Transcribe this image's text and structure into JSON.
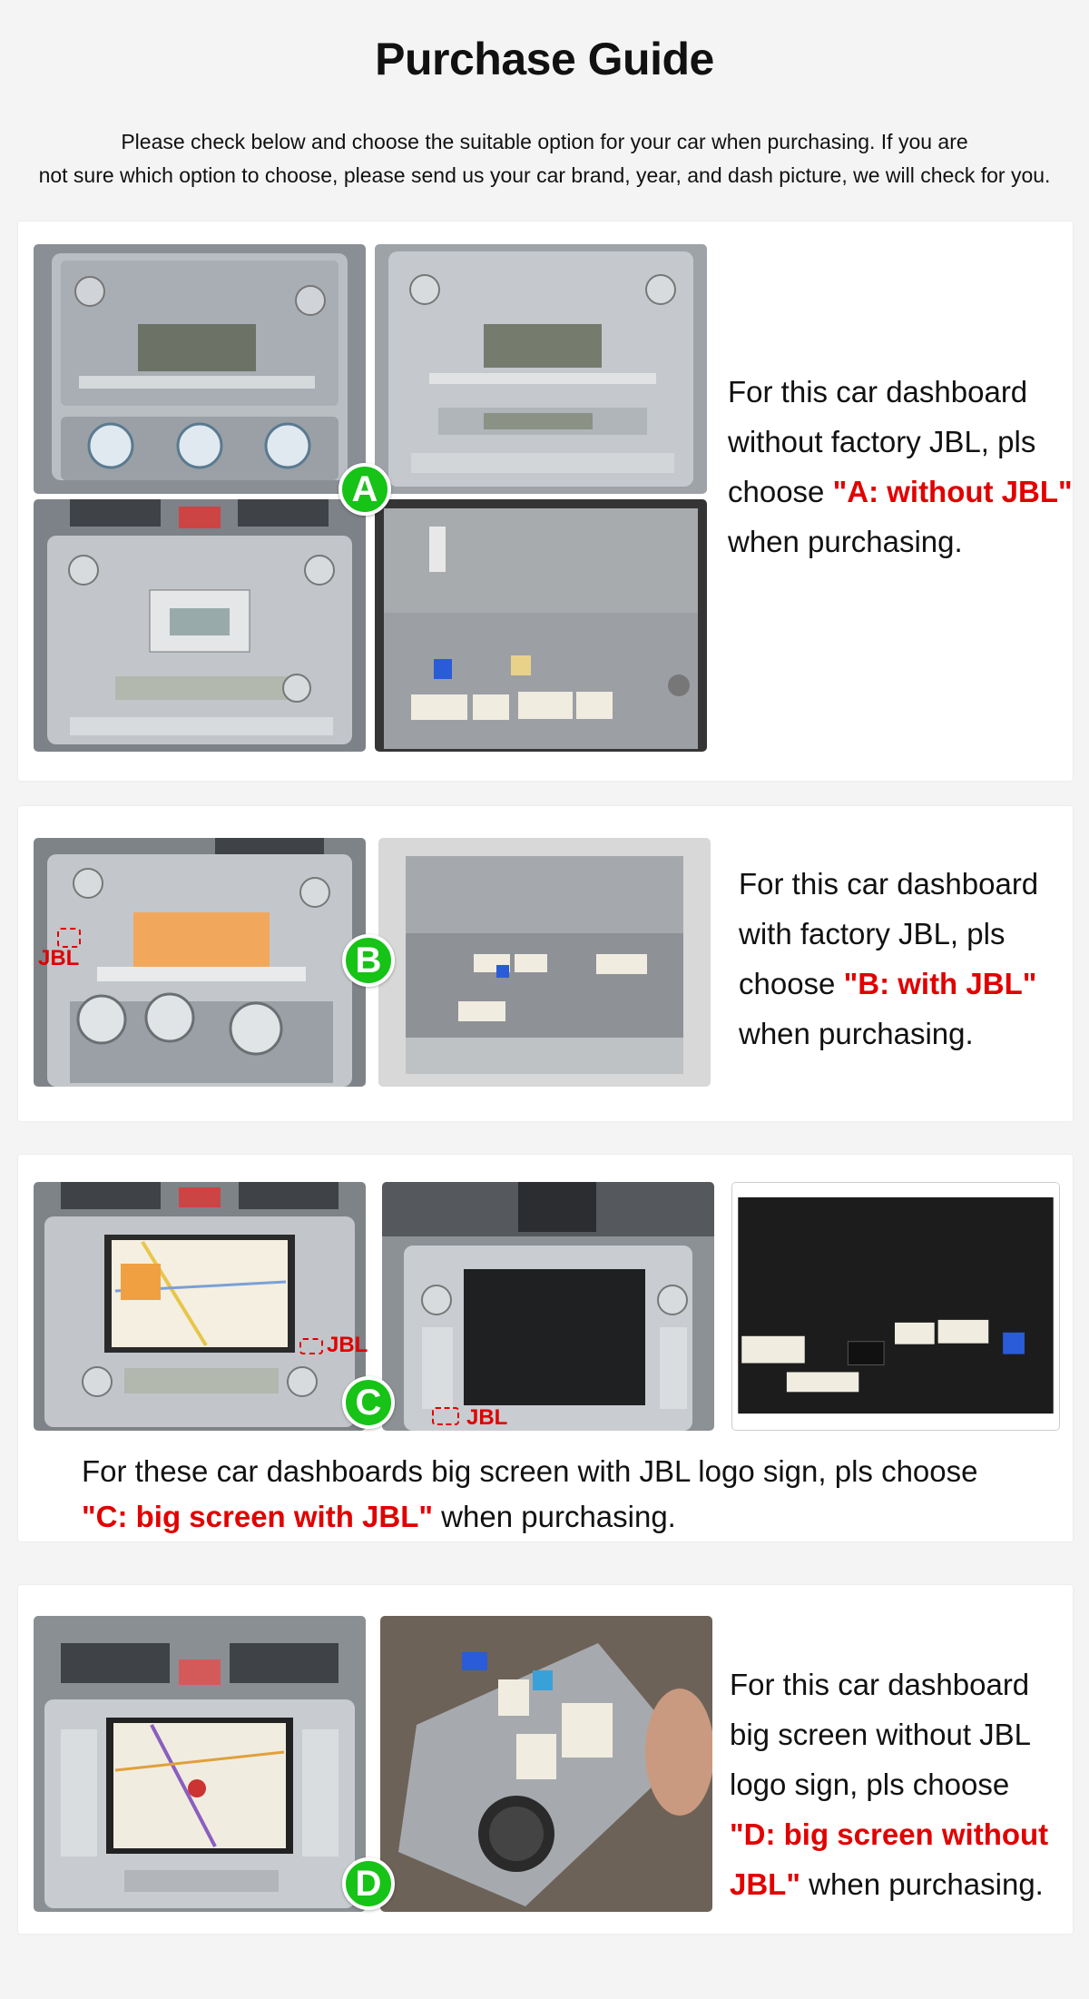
{
  "page": {
    "title": "Purchase Guide",
    "intro_line1": "Please check below and choose the suitable option for your car when purchasing. If you are",
    "intro_line2": "not sure which option to choose, please send us your car brand, year, and dash picture, we will check for you."
  },
  "colors": {
    "badge": "#16c316",
    "highlight": "#e10000",
    "background": "#f4f4f4",
    "card": "#ffffff"
  },
  "options": {
    "a": {
      "badge": "A",
      "line1": "For this car dashboard",
      "line2": "without factory JBL, pls",
      "line3_prefix": "choose ",
      "highlight": "\"A: without JBL\"",
      "line4": "when purchasing."
    },
    "b": {
      "badge": "B",
      "line1": "For this car dashboard",
      "line2": "with factory JBL, pls",
      "line3_prefix": "choose ",
      "highlight": "\"B: with JBL\"",
      "line4": "when purchasing.",
      "jbl_label": "JBL"
    },
    "c": {
      "badge": "C",
      "line1": "For these car dashboards big screen with JBL logo sign, pls choose",
      "highlight": "\"C: big screen with JBL\"",
      "line2_suffix": " when purchasing.",
      "jbl_label_1": "JBL",
      "jbl_label_2": "JBL"
    },
    "d": {
      "badge": "D",
      "line1": "For this car dashboard",
      "line2": "big screen without JBL",
      "line3": "logo sign, pls choose",
      "highlight_1": "\"D: big screen without",
      "highlight_2": "JBL\"",
      "line5_suffix": " when purchasing."
    }
  }
}
